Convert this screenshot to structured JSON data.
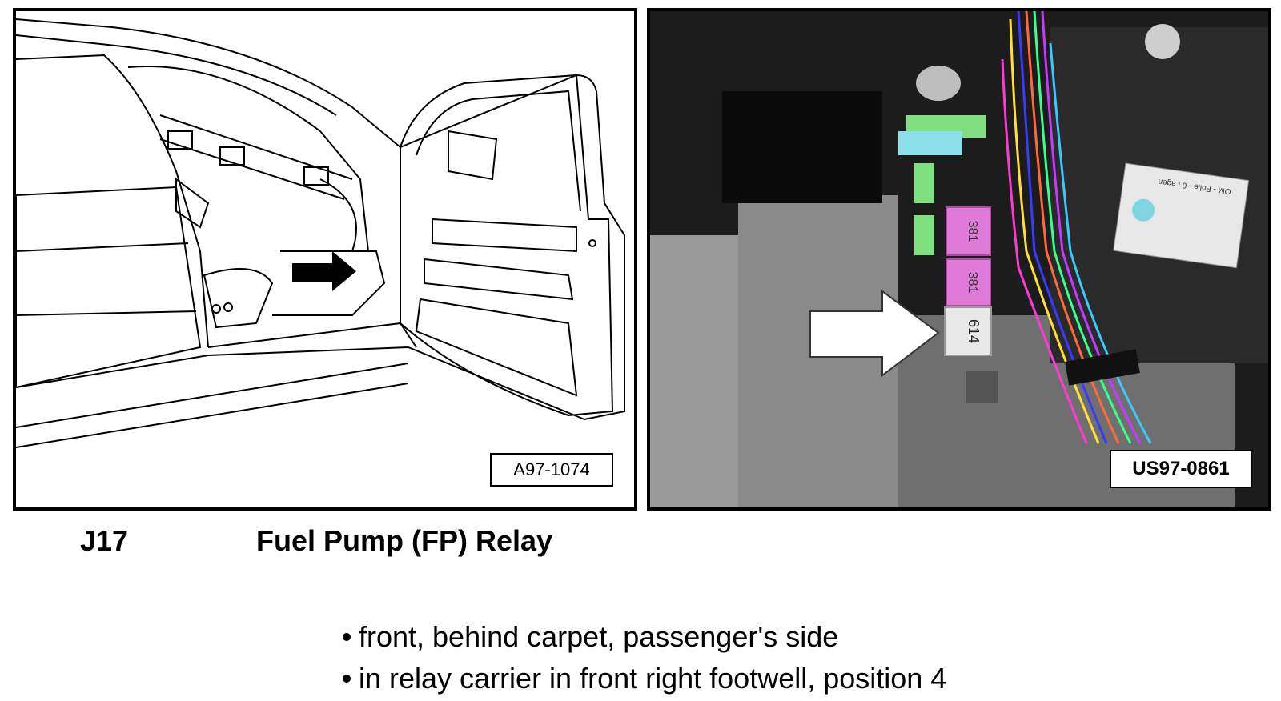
{
  "figures": {
    "left": {
      "reference": "A97-1074"
    },
    "right": {
      "reference": "US97-0861",
      "relay_labels": [
        "381",
        "381",
        "614"
      ],
      "sticker_text": "OM - Folie - 6 Lagen"
    }
  },
  "component": {
    "code": "J17",
    "title": "Fuel Pump (FP) Relay"
  },
  "locations": [
    "front, behind carpet, passenger's side",
    "in relay carrier in front right footwell, position 4"
  ],
  "colors": {
    "relay_pink": "#e07ad8",
    "fuse_green": "#7ee07e",
    "relay_white": "#e8e8e8",
    "wire_blue": "#3a3aff"
  }
}
